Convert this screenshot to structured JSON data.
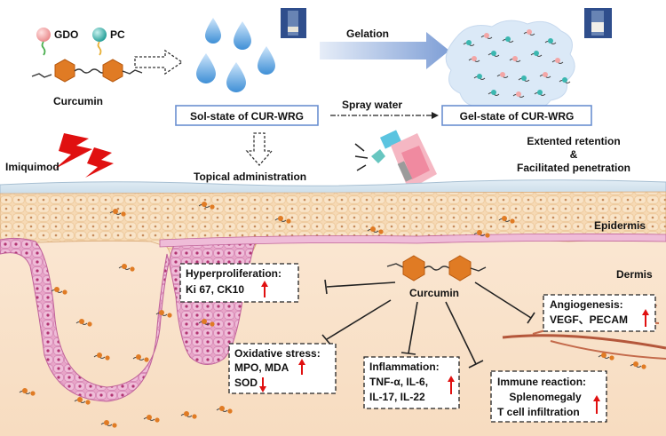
{
  "labels": {
    "gdo": "GDO",
    "pc": "PC",
    "curcumin_top": "Curcumin",
    "gelation": "Gelation",
    "sol_state": "Sol-state of CUR-WRG",
    "gel_state": "Gel-state of CUR-WRG",
    "spray_water": "Spray water",
    "imiquimod": "Imiquimod",
    "topical": "Topical administration",
    "extended_retention": "Extented retention",
    "ampersand": "&",
    "facilitated": "Facilitated penetration",
    "epidermis": "Epidermis",
    "dermis": "Dermis",
    "curcumin_center": "Curcumin"
  },
  "effects": {
    "hyperproliferation": {
      "title": "Hyperproliferation:",
      "line1": "Ki 67, CK10",
      "arrow1": "up"
    },
    "oxidative": {
      "title": "Oxidative stress:",
      "line1": "MPO, MDA",
      "arrow1": "up",
      "line2": "SOD",
      "arrow2": "down"
    },
    "inflammation": {
      "title": "Inflammation:",
      "line1": "TNF-α, IL-6,",
      "line2": "IL-17, IL-22",
      "arrow": "up"
    },
    "immune": {
      "title": "Immune reaction:",
      "line1": "Splenomegaly",
      "line2": "T cell infiltration",
      "arrow": "up"
    },
    "angiogenesis": {
      "title": "Angiogenesis:",
      "line1": "VEGF、PECAM",
      "arrow1": "up"
    }
  },
  "colors": {
    "hexagon": "#e07b24",
    "gdo_head": "#f3a6a6",
    "pc_head": "#3bb7b0",
    "drop": "#6fb0e3",
    "box_border": "#6a8fd0",
    "arrow_red": "#e01010",
    "bolt_red": "#e01010",
    "stratum": "#f5d8b0",
    "basal": "#e9a7c8",
    "cell_nucleus": "#c13a7a"
  }
}
